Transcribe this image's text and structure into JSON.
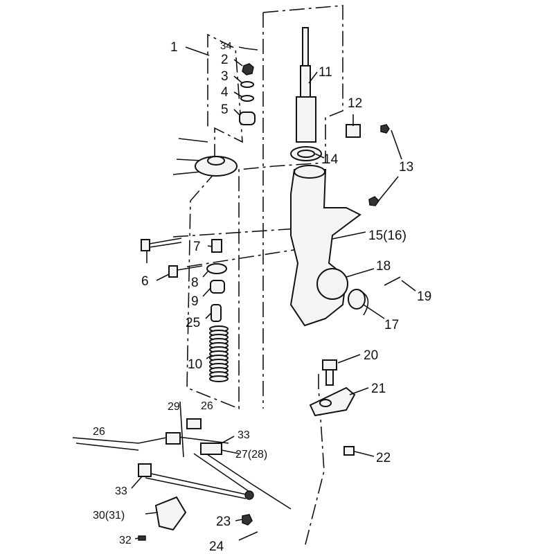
{
  "diagram": {
    "title": "Front suspension strut assembly exploded view",
    "labels": {
      "p1": "1",
      "p34": "34",
      "p2": "2",
      "p3": "3",
      "p4": "4",
      "p5": "5",
      "p11": "11",
      "p12": "12",
      "p13": "13",
      "p14": "14",
      "p15": "15(16)",
      "p7": "7",
      "p6": "6",
      "p8": "8",
      "p9": "9",
      "p18": "18",
      "p19": "19",
      "p17": "17",
      "p25": "25",
      "p10": "10",
      "p20": "20",
      "p21": "21",
      "p29": "29",
      "p26a": "26",
      "p26b": "26",
      "p33a": "33",
      "p27": "27(28)",
      "p22": "22",
      "p33b": "33",
      "p30": "30(31)",
      "p23": "23",
      "p24": "24",
      "p32": "32"
    }
  }
}
